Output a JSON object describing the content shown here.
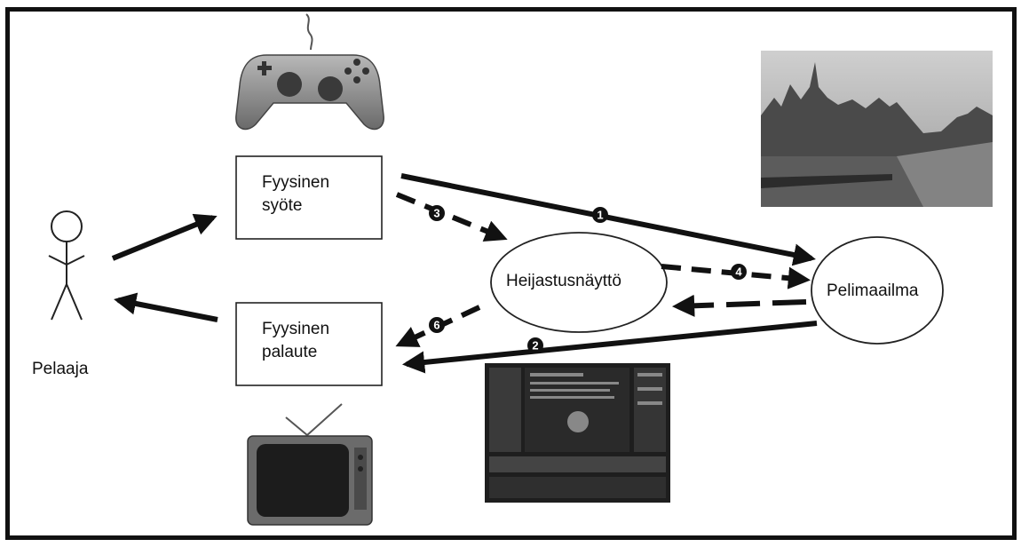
{
  "nodes": {
    "player": "Pelaaja",
    "input_line1": "Fyysinen",
    "input_line2": "syöte",
    "feedback_line1": "Fyysinen",
    "feedback_line2": "palaute",
    "reflection_display": "Heijastusnäyttö",
    "game_world": "Pelimaailma"
  },
  "arrow_numbers": [
    "1",
    "2",
    "3",
    "4",
    "6"
  ],
  "images": [
    "gamepad-image",
    "city-photo",
    "game-screenshot",
    "television-image"
  ]
}
